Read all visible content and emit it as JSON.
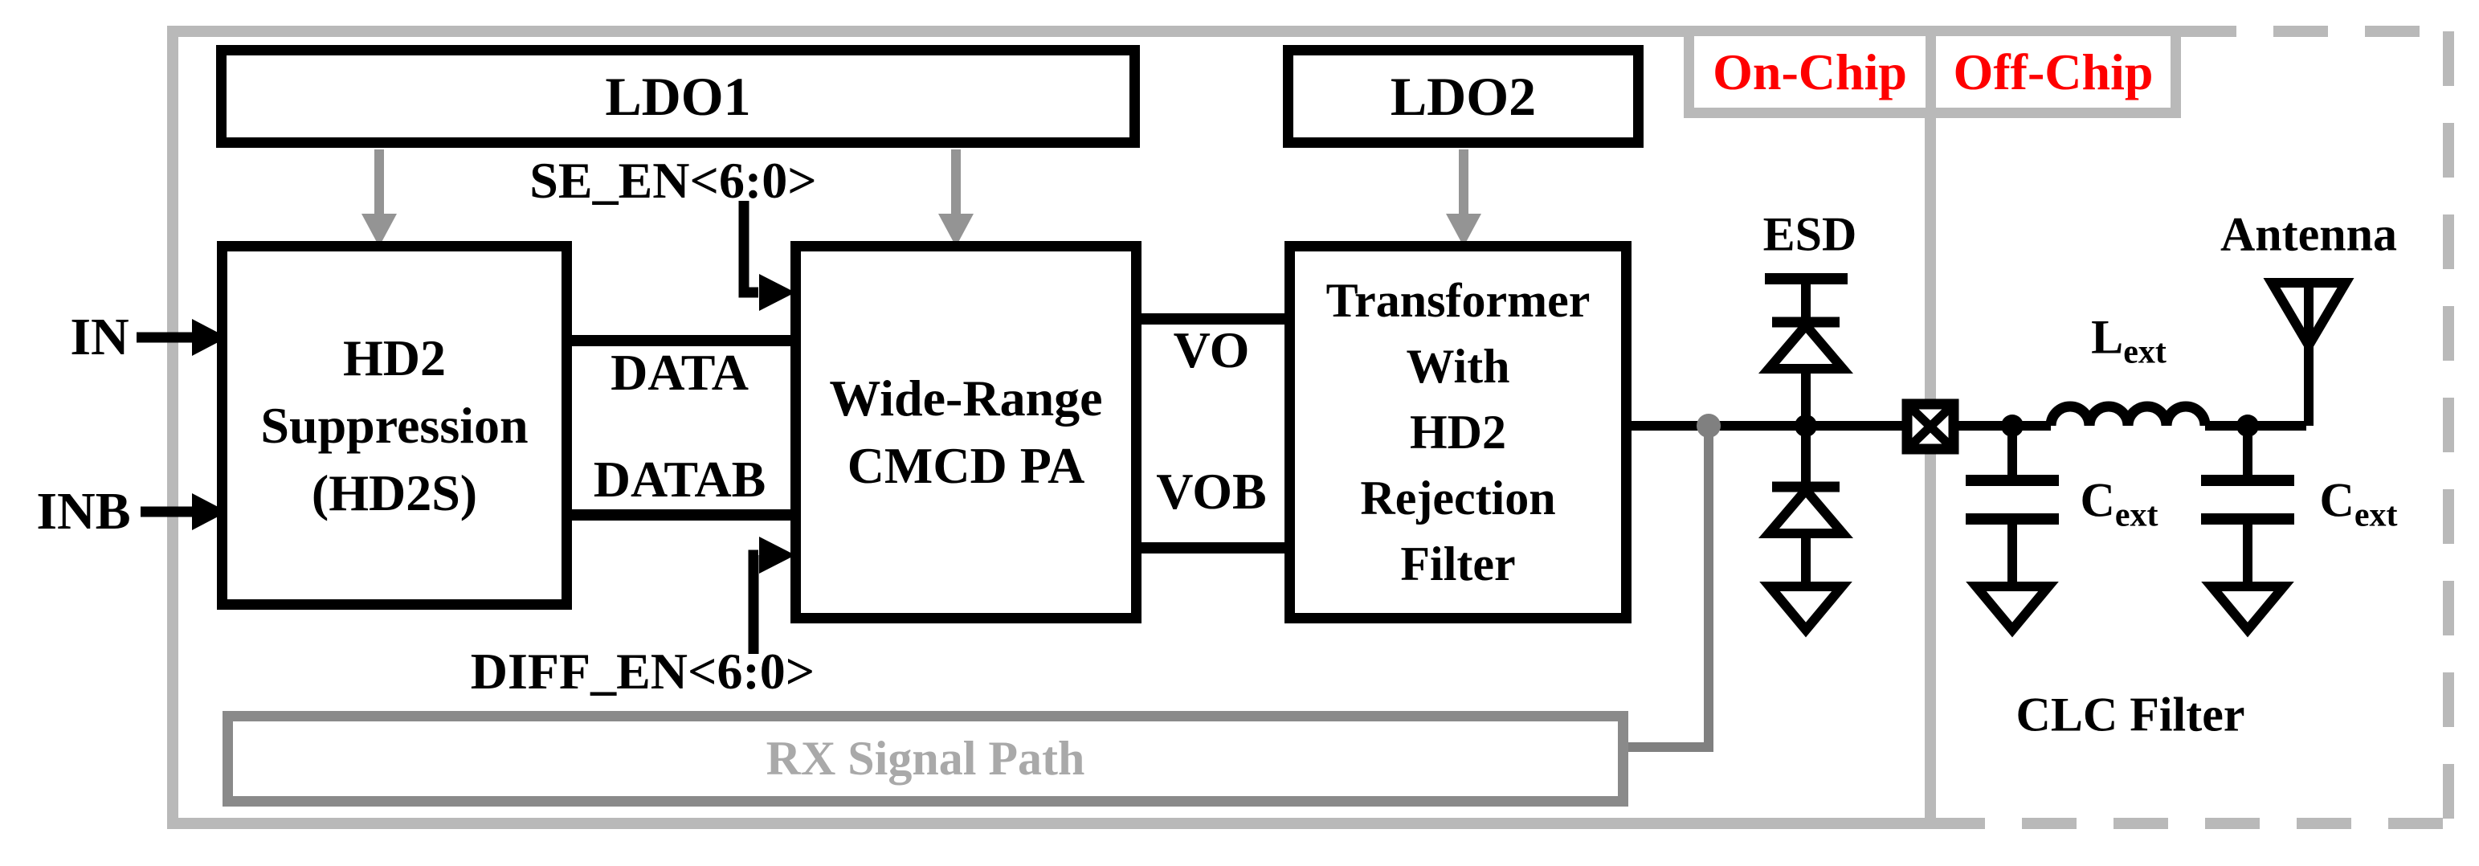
{
  "diagram": {
    "blocks": {
      "ldo1": "LDO1",
      "ldo2": "LDO2",
      "hd2s": {
        "line1": "HD2",
        "line2": "Suppression",
        "line3": "(HD2S)"
      },
      "pa": {
        "line1": "Wide-Range",
        "line2": "CMCD PA"
      },
      "transformer": {
        "line1": "Transformer",
        "line2": "With",
        "line3": "HD2",
        "line4": "Rejection",
        "line5": "Filter"
      },
      "rx_path": "RX Signal Path"
    },
    "ports": {
      "in": "IN",
      "inb": "INB",
      "data": "DATA",
      "datab": "DATAB",
      "vo": "VO",
      "vob": "VOB"
    },
    "controls": {
      "se_en": "SE_EN<6:0>",
      "diff_en": "DIFF_EN<6:0>"
    },
    "regions": {
      "on_chip": "On-Chip",
      "off_chip": "Off-Chip"
    },
    "esd_label": "ESD",
    "antenna_label": "Antenna",
    "clc_filter_label": "CLC Filter",
    "lext": {
      "main": "L",
      "sub": "ext"
    },
    "cext_left": {
      "main": "C",
      "sub": "ext"
    },
    "cext_right": {
      "main": "C",
      "sub": "ext"
    },
    "colors": {
      "region_label": "#fe0000",
      "frame_gray": "#b9b9b9",
      "rx_box_border": "#8a8a8a",
      "rx_box_text": "#a9a9a9",
      "ldo_arrow_gray": "#949494",
      "rx_wire_gray": "#808080",
      "wire_black": "#000000"
    }
  }
}
